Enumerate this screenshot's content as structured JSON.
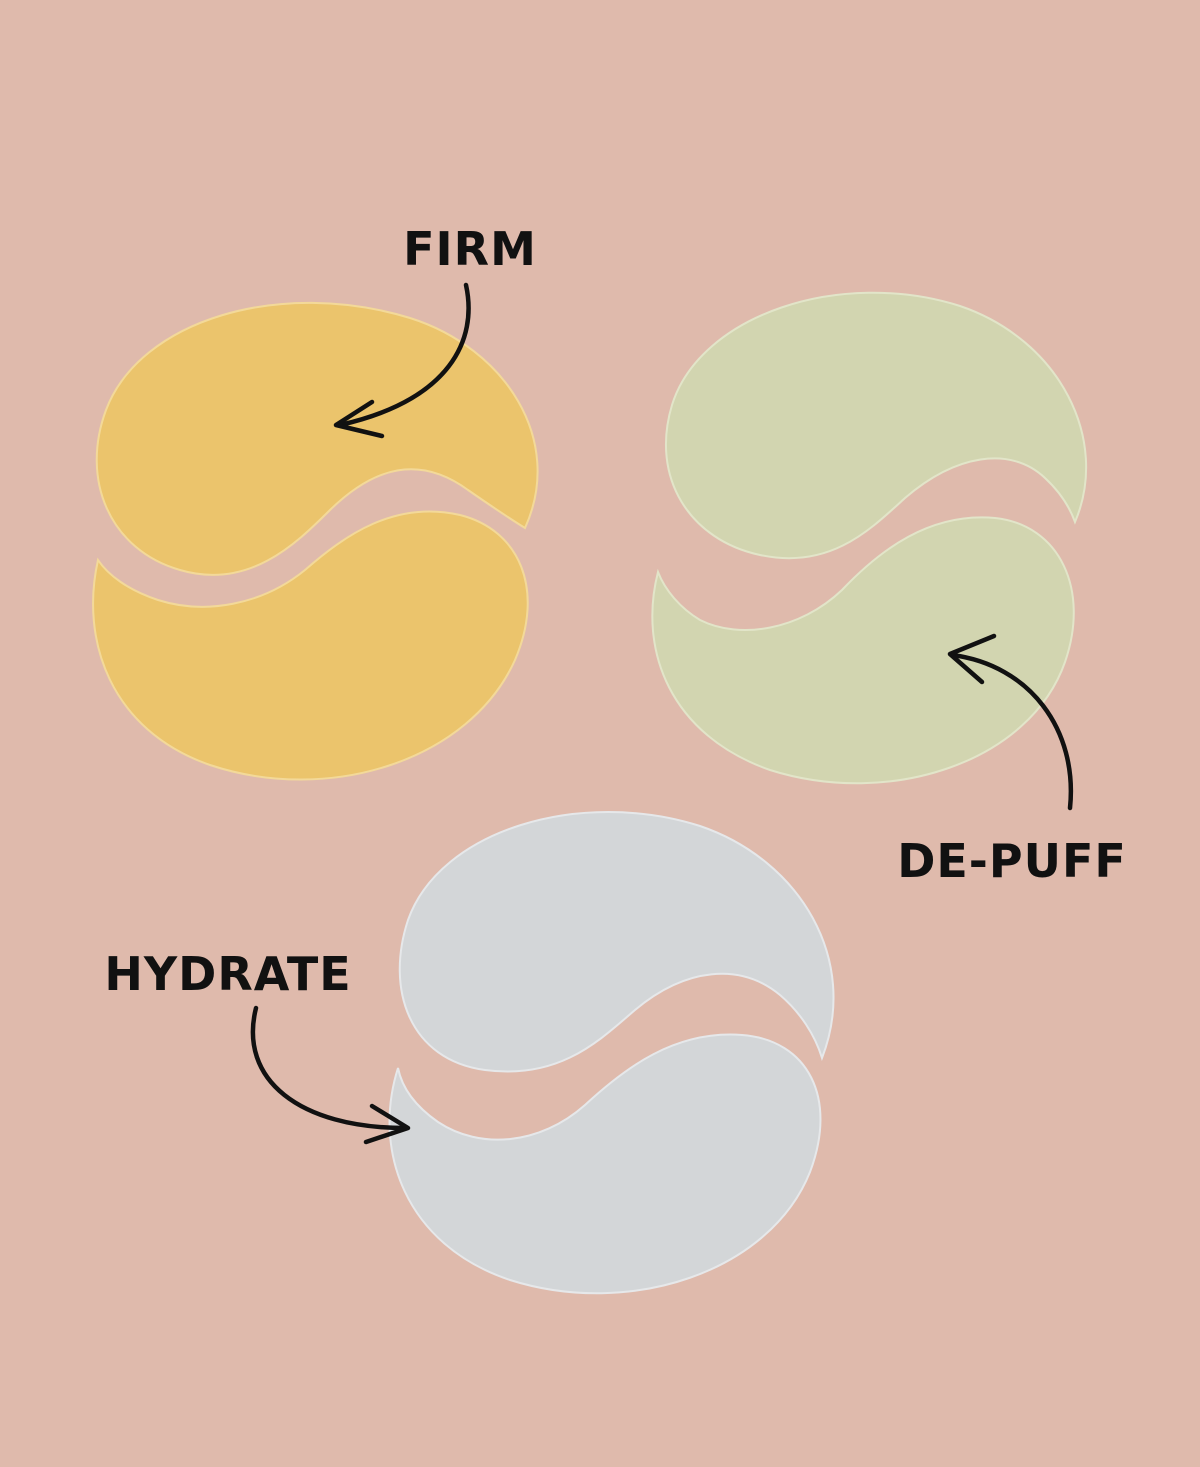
{
  "labels": {
    "firm": "FIRM",
    "de_puff": "DE-PUFF",
    "hydrate": "HYDRATE"
  },
  "colors": {
    "background": "#dfbaac",
    "gold_patch": "#ebc46c",
    "green_patch": "#d2d5b0",
    "silver_patch": "#d3d6d8",
    "ink": "#111111"
  }
}
